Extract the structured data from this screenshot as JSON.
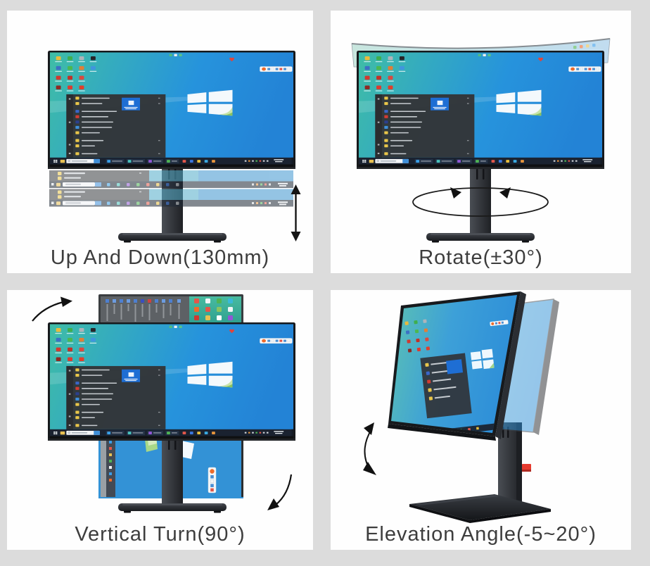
{
  "page": {
    "background_color": "#dcdcdc",
    "panel_color": "#fefefe",
    "caption_text_color": "#3d3d3d"
  },
  "panels": [
    {
      "id": "up-down",
      "caption": "Up And Down(130mm)",
      "arrow_icon": "double-vertical-arrow"
    },
    {
      "id": "rotate",
      "caption": "Rotate(±30°)",
      "arrow_icon": "swivel-ellipse-arrow"
    },
    {
      "id": "vertical-turn",
      "caption": "Vertical Turn(90°)",
      "arrow_icon": "curved-rotation-arrows"
    },
    {
      "id": "elevation-angle",
      "caption": "Elevation Angle(-5~20°)",
      "arrow_icon": "curved-tilt-arrow"
    }
  ],
  "colors": {
    "wallpaper_teal": "#3fbda6",
    "wallpaper_blue": "#2383d6",
    "bezel": "#17191c",
    "stand": "#33363c",
    "taskbar": "#1a2230",
    "start_menu": "#333538",
    "arrow": "#151515",
    "quick_launch_accent": "#ef6b2a",
    "power_tab_red": "#e63a2e",
    "windows_logo": "#fbfdfe"
  }
}
